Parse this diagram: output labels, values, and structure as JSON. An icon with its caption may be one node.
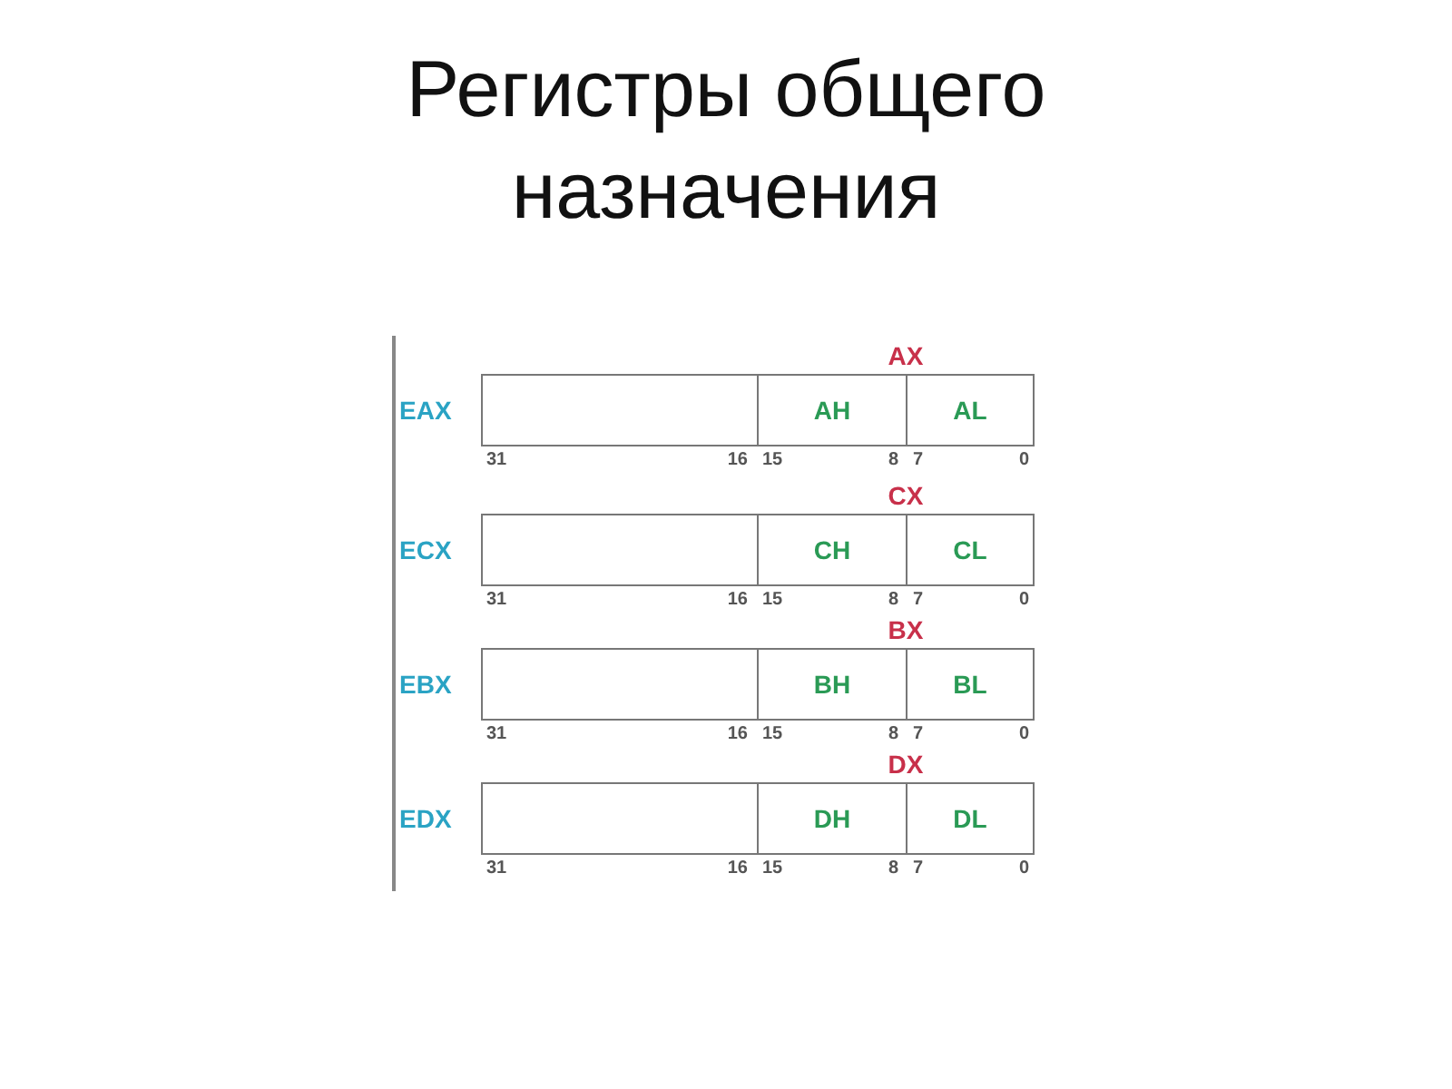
{
  "diagram": {
    "title": "Регистры общего назначения",
    "nodes": [
      {
        "text": [
          "EAX"
        ]
      },
      {
        "text": [],
        "shape": "box",
        "in": 0
      },
      {
        "text": [
          "AH"
        ],
        "in": 0
      },
      {
        "text": [
          "AL"
        ],
        "in": 0
      },
      {
        "text": [
          "ECX"
        ]
      },
      {
        "text": [],
        "shape": "box",
        "in": 4
      },
      {
        "text": [
          "CH"
        ],
        "in": 4
      },
      {
        "text": [
          "CL"
        ],
        "in": 4
      },
      {
        "text": [
          "EBX"
        ]
      },
      {
        "text": [],
        "shape": "box",
        "in": 8
      },
      {
        "text": [
          "BH"
        ],
        "in": 8
      },
      {
        "text": [
          "BL"
        ],
        "in": 8
      },
      {
        "text": [
          "EDX"
        ]
      },
      {
        "text": [],
        "shape": "box",
        "in": 12
      },
      {
        "text": [
          "DH"
        ],
        "in": 12
      },
      {
        "text": [
          "DL"
        ],
        "in": 12
      }
    ],
    "labels": [
      "AX",
      "31",
      "16",
      "15",
      "8",
      "7",
      "0",
      "CX",
      "31",
      "16",
      "15",
      "8",
      "7",
      "0",
      "BX",
      "31",
      "16",
      "15",
      "8",
      "7",
      "0",
      "DX",
      "31",
      "16",
      "15",
      "8",
      "7",
      "0"
    ]
  }
}
